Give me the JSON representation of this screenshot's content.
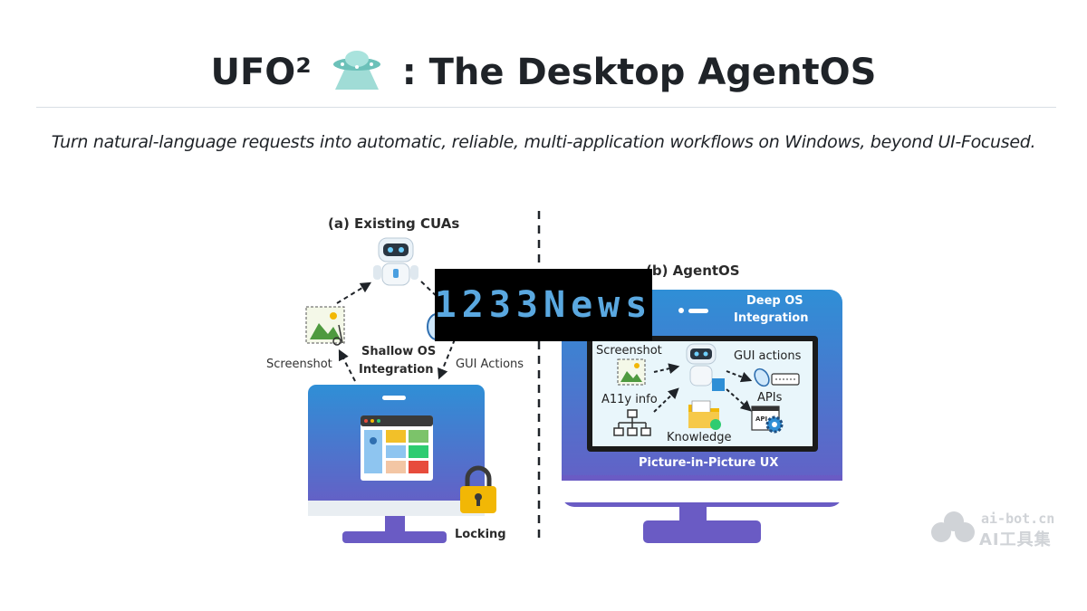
{
  "header": {
    "title_prefix": "UFO²",
    "title_suffix": ": The Desktop AgentOS",
    "subtitle": "Turn natural-language requests into automatic, reliable, multi-application workflows on Windows, beyond UI-Focused."
  },
  "figure": {
    "left_panel": {
      "title": "(a) Existing CUAs",
      "screenshot_label": "Screenshot",
      "center_label_line1": "Shallow OS",
      "center_label_line2": "Integration",
      "gui_actions_label": "GUI Actions",
      "locking_label": "Locking"
    },
    "right_panel": {
      "title": "(b) AgentOS",
      "deep_os_line1": "Deep OS",
      "deep_os_line2": "Integration",
      "screenshot_label": "Screenshot",
      "a11y_label": "A11y info",
      "gui_actions_label": "GUI actions",
      "apis_label": "APIs",
      "api_tag": "API",
      "knowledge_label": "Knowledge",
      "pip_label": "Picture-in-Picture UX"
    }
  },
  "watermarks": {
    "news_logo": "1233News",
    "site_url": "ai-bot.cn",
    "site_name": "AI工具集"
  },
  "colors": {
    "monitor_blue": "#2f8fd6",
    "monitor_purple": "#6a5bc4",
    "lock_yellow": "#f2b705",
    "screen_bg": "#e9f6fb"
  },
  "icons": [
    "ufo-icon",
    "robot-icon",
    "screenshot-icon",
    "mouse-icon",
    "lock-icon",
    "tree-icon",
    "folder-icon",
    "gear-icon",
    "keyboard-icon"
  ]
}
